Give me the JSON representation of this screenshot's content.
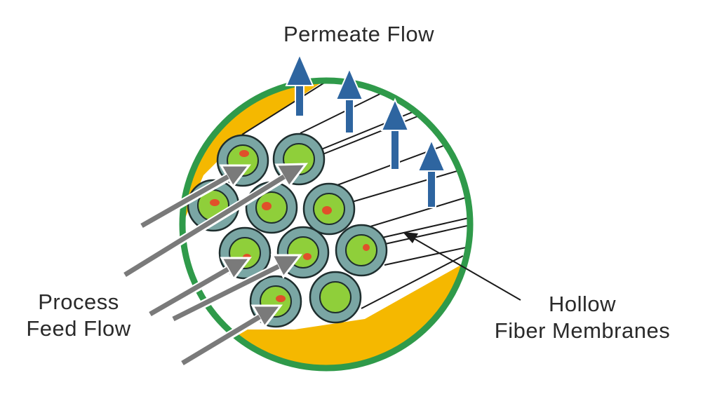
{
  "labels": {
    "permeate": "Permeate Flow",
    "process_line1": "Process",
    "process_line2": "Feed Flow",
    "hollow_line1": "Hollow",
    "hollow_line2": "Fiber Membranes"
  },
  "colors": {
    "shell_outline": "#2f9a4a",
    "shell_fill": "#f5b800",
    "fiber_outer": "#7aa6a4",
    "fiber_inner": "#8fcf3a",
    "fiber_stroke": "#1e2e2e",
    "deposit": "#e0502a",
    "permeate_arrow": "#2e65a0",
    "feed_arrow": "#7a7a7a",
    "tube_line": "#1a1a1a",
    "label_text": "#2a2a2a"
  }
}
